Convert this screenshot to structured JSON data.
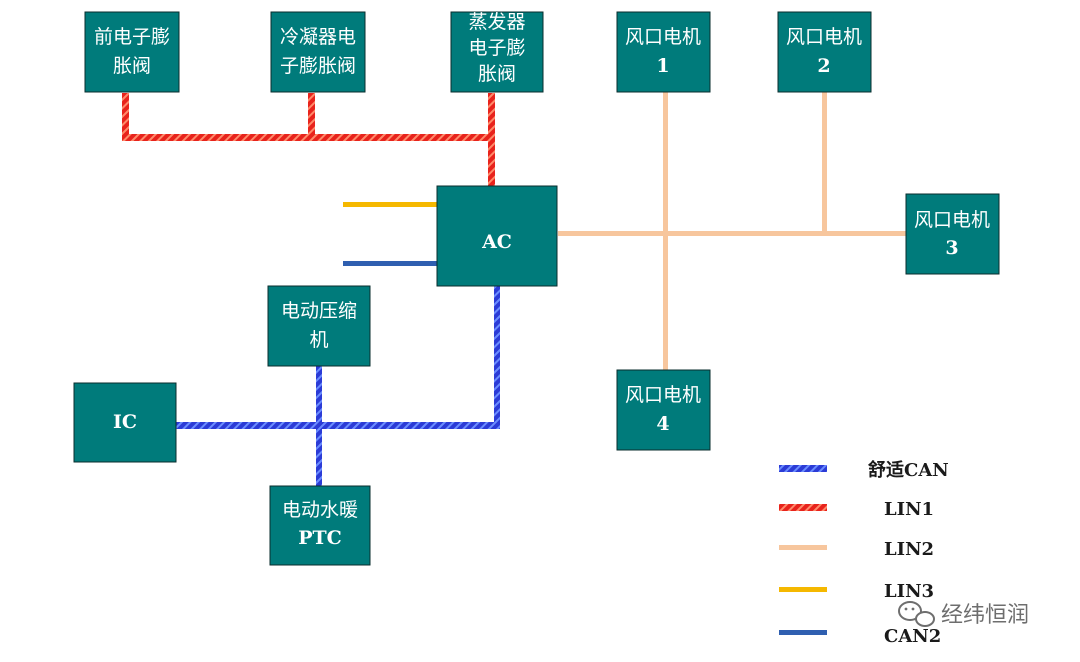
{
  "nodes": {
    "front_exv": [
      "前电子膨",
      "胀阀"
    ],
    "condenser_exv": [
      "冷凝器电",
      "子膨胀阀"
    ],
    "evaporator_exv": [
      "蒸发器",
      "电子膨",
      "胀阀"
    ],
    "fan1": [
      "风口电机",
      "1"
    ],
    "fan2": [
      "风口电机",
      "2"
    ],
    "fan3": [
      "风口电机",
      "3"
    ],
    "fan4": [
      "风口电机",
      "4"
    ],
    "ac": [
      "AC"
    ],
    "compressor": [
      "电动压缩",
      "机"
    ],
    "ic": [
      "IC"
    ],
    "ptc": [
      "电动水暖",
      "PTC"
    ]
  },
  "legend": [
    {
      "label": "舒适CAN",
      "color": "#2b3bd6",
      "style": "striped-blue"
    },
    {
      "label": "LIN1",
      "color": "#e8231c",
      "style": "striped-red"
    },
    {
      "label": "LIN2",
      "color": "#f7c69d",
      "style": "solid"
    },
    {
      "label": "LIN3",
      "color": "#f5b800",
      "style": "solid"
    },
    {
      "label": "CAN2",
      "color": "#2f5fb0",
      "style": "solid"
    }
  ],
  "colors": {
    "node_fill": "#007b7b",
    "node_border": "#0a2e2e"
  },
  "watermark": "经纬恒润"
}
